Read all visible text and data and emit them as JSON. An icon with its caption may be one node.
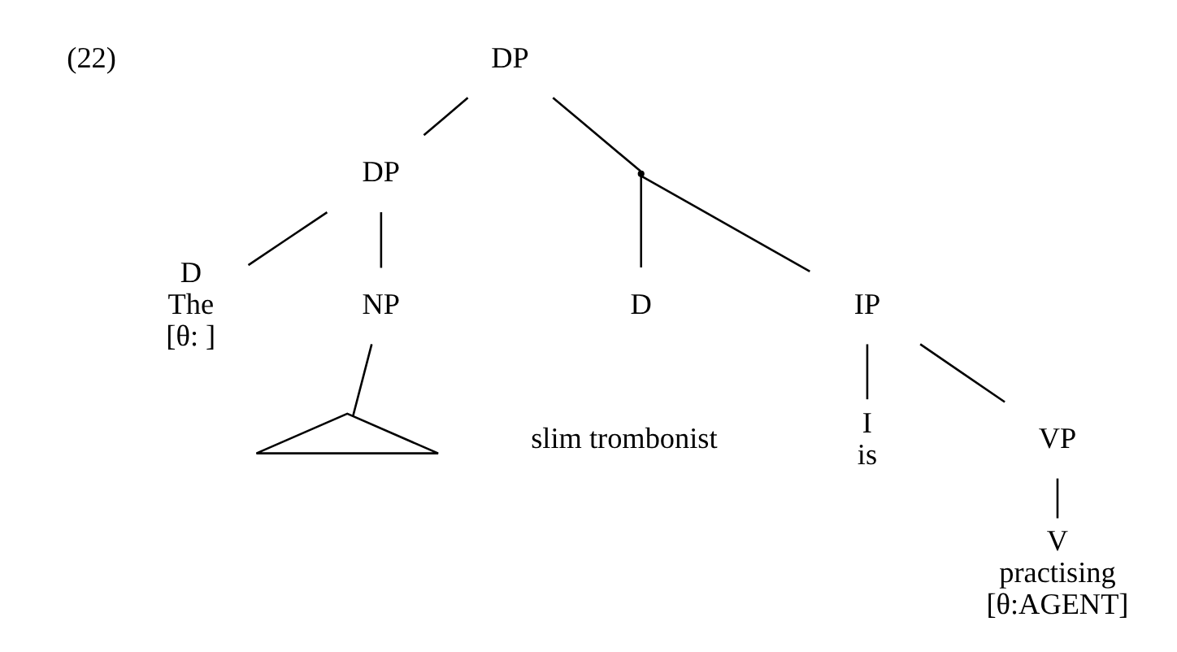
{
  "diagram": {
    "nodes": [
      {
        "text": [
          "DP"
        ]
      },
      {
        "text": [
          "DP"
        ]
      },
      {
        "text": [],
        "shape": "point"
      },
      {
        "text": [
          "D",
          "The",
          "[θ: ]"
        ]
      },
      {
        "text": [
          "NP"
        ]
      },
      {
        "text": [],
        "shape": "triangle",
        "beside": [
          "slim trombonist"
        ]
      },
      {
        "text": [
          "D"
        ]
      },
      {
        "text": [
          "IP"
        ]
      },
      {
        "text": [
          "I",
          "is"
        ]
      },
      {
        "text": [
          "VP"
        ]
      },
      {
        "text": [
          "V",
          "practising",
          "[θ:AGENT]"
        ]
      }
    ],
    "edges": [
      {
        "from": 0,
        "to": 1,
        "arrow": "none"
      },
      {
        "from": 0,
        "to": 2,
        "arrow": "none"
      },
      {
        "from": 1,
        "to": 3,
        "arrow": "none"
      },
      {
        "from": 1,
        "to": 4,
        "arrow": "none"
      },
      {
        "from": 4,
        "to": 5,
        "arrow": "none"
      },
      {
        "from": 2,
        "to": 6,
        "arrow": "none"
      },
      {
        "from": 2,
        "to": 7,
        "arrow": "none"
      },
      {
        "from": 7,
        "to": 8,
        "arrow": "none"
      },
      {
        "from": 7,
        "to": 9,
        "arrow": "none"
      },
      {
        "from": 9,
        "to": 10,
        "arrow": "none"
      }
    ],
    "labels": [
      "(22)"
    ]
  }
}
